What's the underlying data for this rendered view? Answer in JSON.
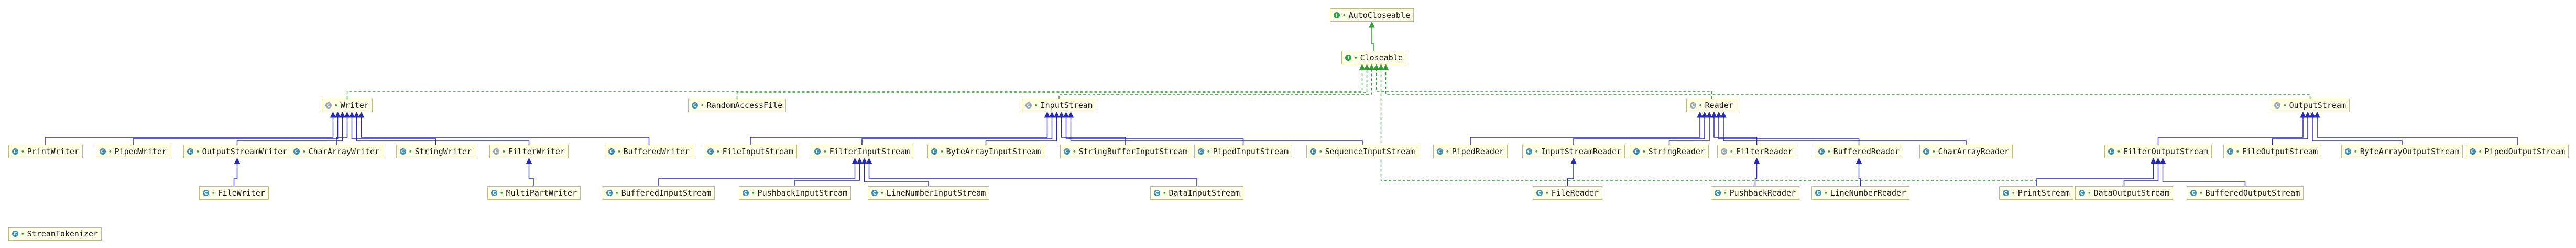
{
  "nodes": [
    {
      "id": "AutoCloseable",
      "label": "AutoCloseable",
      "kind": "interface"
    },
    {
      "id": "Closeable",
      "label": "Closeable",
      "kind": "interface"
    },
    {
      "id": "Writer",
      "label": "Writer",
      "kind": "abstract"
    },
    {
      "id": "RandomAccessFile",
      "label": "RandomAccessFile",
      "kind": "class"
    },
    {
      "id": "InputStream",
      "label": "InputStream",
      "kind": "abstract"
    },
    {
      "id": "Reader",
      "label": "Reader",
      "kind": "abstract"
    },
    {
      "id": "OutputStream",
      "label": "OutputStream",
      "kind": "abstract"
    },
    {
      "id": "PrintWriter",
      "label": "PrintWriter",
      "kind": "class"
    },
    {
      "id": "PipedWriter",
      "label": "PipedWriter",
      "kind": "class"
    },
    {
      "id": "OutputStreamWriter",
      "label": "OutputStreamWriter",
      "kind": "class"
    },
    {
      "id": "CharArrayWriter",
      "label": "CharArrayWriter",
      "kind": "class"
    },
    {
      "id": "StringWriter",
      "label": "StringWriter",
      "kind": "class"
    },
    {
      "id": "FilterWriter",
      "label": "FilterWriter",
      "kind": "abstract"
    },
    {
      "id": "BufferedWriter",
      "label": "BufferedWriter",
      "kind": "class"
    },
    {
      "id": "FileInputStream",
      "label": "FileInputStream",
      "kind": "class"
    },
    {
      "id": "FilterInputStream",
      "label": "FilterInputStream",
      "kind": "class"
    },
    {
      "id": "ByteArrayInputStream",
      "label": "ByteArrayInputStream",
      "kind": "class"
    },
    {
      "id": "StringBufferInputStream",
      "label": "StringBufferInputStream",
      "kind": "class",
      "deprecated": true
    },
    {
      "id": "PipedInputStream",
      "label": "PipedInputStream",
      "kind": "class"
    },
    {
      "id": "SequenceInputStream",
      "label": "SequenceInputStream",
      "kind": "class"
    },
    {
      "id": "PipedReader",
      "label": "PipedReader",
      "kind": "class"
    },
    {
      "id": "InputStreamReader",
      "label": "InputStreamReader",
      "kind": "class"
    },
    {
      "id": "StringReader",
      "label": "StringReader",
      "kind": "class"
    },
    {
      "id": "FilterReader",
      "label": "FilterReader",
      "kind": "abstract"
    },
    {
      "id": "BufferedReader",
      "label": "BufferedReader",
      "kind": "class"
    },
    {
      "id": "CharArrayReader",
      "label": "CharArrayReader",
      "kind": "class"
    },
    {
      "id": "FilterOutputStream",
      "label": "FilterOutputStream",
      "kind": "class"
    },
    {
      "id": "FileOutputStream",
      "label": "FileOutputStream",
      "kind": "class"
    },
    {
      "id": "ByteArrayOutputStream",
      "label": "ByteArrayOutputStream",
      "kind": "class"
    },
    {
      "id": "PipedOutputStream",
      "label": "PipedOutputStream",
      "kind": "class"
    },
    {
      "id": "FileWriter",
      "label": "FileWriter",
      "kind": "class"
    },
    {
      "id": "MultiPartWriter",
      "label": "MultiPartWriter",
      "kind": "class"
    },
    {
      "id": "BufferedInputStream",
      "label": "BufferedInputStream",
      "kind": "class"
    },
    {
      "id": "PushbackInputStream",
      "label": "PushbackInputStream",
      "kind": "class"
    },
    {
      "id": "LineNumberInputStream",
      "label": "LineNumberInputStream",
      "kind": "class",
      "deprecated": true
    },
    {
      "id": "DataInputStream",
      "label": "DataInputStream",
      "kind": "class"
    },
    {
      "id": "FileReader",
      "label": "FileReader",
      "kind": "class"
    },
    {
      "id": "PushbackReader",
      "label": "PushbackReader",
      "kind": "class"
    },
    {
      "id": "LineNumberReader",
      "label": "LineNumberReader",
      "kind": "class"
    },
    {
      "id": "PrintStream",
      "label": "PrintStream",
      "kind": "class"
    },
    {
      "id": "DataOutputStream",
      "label": "DataOutputStream",
      "kind": "class"
    },
    {
      "id": "BufferedOutputStream",
      "label": "BufferedOutputStream",
      "kind": "class"
    },
    {
      "id": "StreamTokenizer",
      "label": "StreamTokenizer",
      "kind": "class"
    }
  ],
  "edges": [
    {
      "from": "Closeable",
      "to": "AutoCloseable",
      "type": "extends-interface"
    },
    {
      "from": "Writer",
      "to": "Closeable",
      "type": "implements"
    },
    {
      "from": "RandomAccessFile",
      "to": "Closeable",
      "type": "implements"
    },
    {
      "from": "InputStream",
      "to": "Closeable",
      "type": "implements"
    },
    {
      "from": "Reader",
      "to": "Closeable",
      "type": "implements"
    },
    {
      "from": "OutputStream",
      "to": "Closeable",
      "type": "implements"
    },
    {
      "from": "PrintStream",
      "to": "Closeable",
      "type": "implements"
    },
    {
      "from": "PrintWriter",
      "to": "Writer",
      "type": "extends"
    },
    {
      "from": "PipedWriter",
      "to": "Writer",
      "type": "extends"
    },
    {
      "from": "OutputStreamWriter",
      "to": "Writer",
      "type": "extends"
    },
    {
      "from": "CharArrayWriter",
      "to": "Writer",
      "type": "extends"
    },
    {
      "from": "StringWriter",
      "to": "Writer",
      "type": "extends"
    },
    {
      "from": "FilterWriter",
      "to": "Writer",
      "type": "extends"
    },
    {
      "from": "BufferedWriter",
      "to": "Writer",
      "type": "extends"
    },
    {
      "from": "FileWriter",
      "to": "OutputStreamWriter",
      "type": "extends"
    },
    {
      "from": "MultiPartWriter",
      "to": "FilterWriter",
      "type": "extends"
    },
    {
      "from": "FileInputStream",
      "to": "InputStream",
      "type": "extends"
    },
    {
      "from": "FilterInputStream",
      "to": "InputStream",
      "type": "extends"
    },
    {
      "from": "ByteArrayInputStream",
      "to": "InputStream",
      "type": "extends"
    },
    {
      "from": "StringBufferInputStream",
      "to": "InputStream",
      "type": "extends"
    },
    {
      "from": "PipedInputStream",
      "to": "InputStream",
      "type": "extends"
    },
    {
      "from": "SequenceInputStream",
      "to": "InputStream",
      "type": "extends"
    },
    {
      "from": "BufferedInputStream",
      "to": "FilterInputStream",
      "type": "extends"
    },
    {
      "from": "PushbackInputStream",
      "to": "FilterInputStream",
      "type": "extends"
    },
    {
      "from": "LineNumberInputStream",
      "to": "FilterInputStream",
      "type": "extends"
    },
    {
      "from": "DataInputStream",
      "to": "FilterInputStream",
      "type": "extends"
    },
    {
      "from": "PipedReader",
      "to": "Reader",
      "type": "extends"
    },
    {
      "from": "InputStreamReader",
      "to": "Reader",
      "type": "extends"
    },
    {
      "from": "StringReader",
      "to": "Reader",
      "type": "extends"
    },
    {
      "from": "FilterReader",
      "to": "Reader",
      "type": "extends"
    },
    {
      "from": "BufferedReader",
      "to": "Reader",
      "type": "extends"
    },
    {
      "from": "CharArrayReader",
      "to": "Reader",
      "type": "extends"
    },
    {
      "from": "FileReader",
      "to": "InputStreamReader",
      "type": "extends"
    },
    {
      "from": "PushbackReader",
      "to": "FilterReader",
      "type": "extends"
    },
    {
      "from": "LineNumberReader",
      "to": "BufferedReader",
      "type": "extends"
    },
    {
      "from": "FilterOutputStream",
      "to": "OutputStream",
      "type": "extends"
    },
    {
      "from": "FileOutputStream",
      "to": "OutputStream",
      "type": "extends"
    },
    {
      "from": "ByteArrayOutputStream",
      "to": "OutputStream",
      "type": "extends"
    },
    {
      "from": "PipedOutputStream",
      "to": "OutputStream",
      "type": "extends"
    },
    {
      "from": "PrintStream",
      "to": "FilterOutputStream",
      "type": "extends"
    },
    {
      "from": "DataOutputStream",
      "to": "FilterOutputStream",
      "type": "extends"
    },
    {
      "from": "BufferedOutputStream",
      "to": "FilterOutputStream",
      "type": "extends"
    }
  ],
  "icons": {
    "interface": "interface-icon",
    "abstract": "abstract-class-icon",
    "class": "class-icon"
  },
  "colors": {
    "node_fill": "#fdfde8",
    "node_border": "#bfbf7a",
    "extends_line": "#2a2ab0",
    "implements_line": "#2f9a2f",
    "interface_accent": "#2e9e4a",
    "class_accent": "#3f8fb0"
  }
}
